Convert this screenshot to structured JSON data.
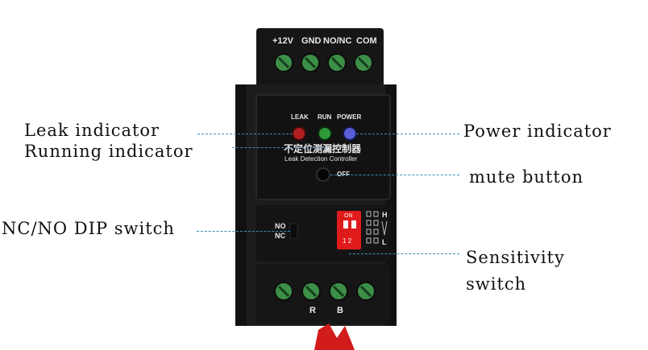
{
  "device": {
    "terminals_top": [
      "+12V",
      "GND",
      "NO/NC",
      "COM"
    ],
    "led_labels": [
      "LEAK",
      "RUN",
      "POWER"
    ],
    "title_cn": "不定位测漏控制器",
    "title_en": "Leak Detection Controller",
    "off_label": "OFF",
    "dip_left": [
      "NO",
      "NC"
    ],
    "dip_right": {
      "on": "ON",
      "nums": "1 2",
      "h": "H",
      "l": "L"
    },
    "terminals_bottom": [
      "R",
      "B"
    ]
  },
  "labels": {
    "leak": "Leak indicator",
    "running": "Running indicator",
    "power": "Power indicator",
    "mute": "mute button",
    "ncno": "NC/NO DIP switch",
    "sensitivity_1": "Sensitivity",
    "sensitivity_2": "switch"
  },
  "colors": {
    "housing": "#1c1c1c",
    "leader": "#3a8fbf",
    "leak_led": "#b01f1f",
    "run_led": "#2f9a3a",
    "power_led": "#5a5fd8",
    "dip_switch": "#e01b1b",
    "screw": "#3d8f47"
  }
}
